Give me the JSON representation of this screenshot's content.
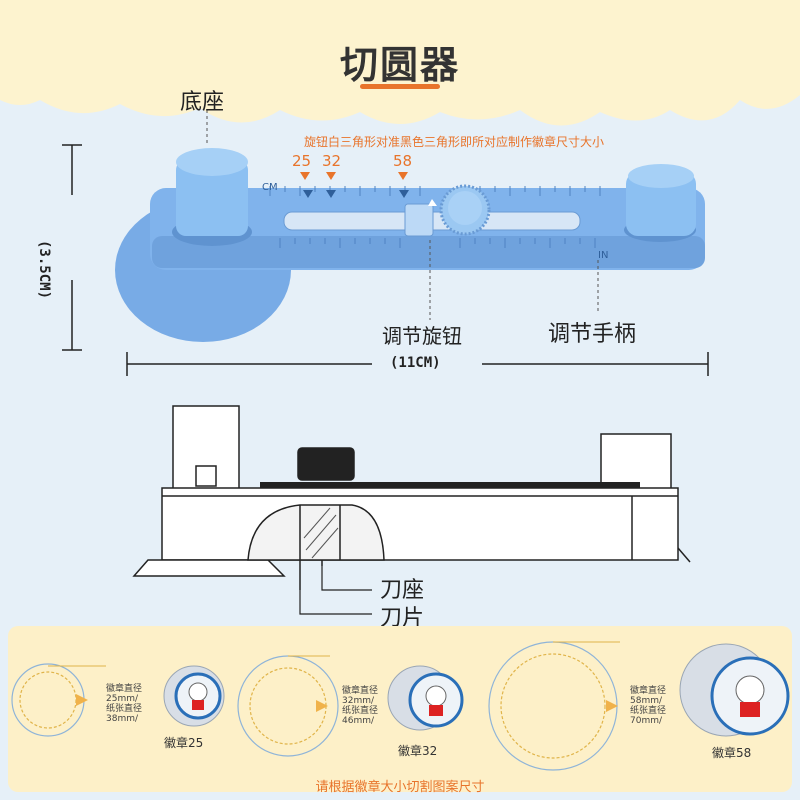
{
  "title": "切圆器",
  "labels": {
    "base": "底座",
    "instruction": "旋钮白三角形对准黑色三角形即所对应制作徽章尺寸大小",
    "knob": "调节旋钮",
    "handle": "调节手柄",
    "blade_holder": "刀座",
    "blade": "刀片"
  },
  "size_marks": [
    "25",
    "32",
    "58"
  ],
  "dimensions": {
    "height": "(3.5CM)",
    "width": "(11CM)"
  },
  "ruler": {
    "unit_cm": "CM",
    "unit_in": "IN"
  },
  "badges": [
    {
      "caption_lines": [
        "徽章直径",
        "25mm/",
        "纸张直径",
        "38mm/"
      ],
      "label": "徽章25"
    },
    {
      "caption_lines": [
        "徽章直径",
        "32mm/",
        "纸张直径",
        "46mm/"
      ],
      "label": "徽章32"
    },
    {
      "caption_lines": [
        "徽章直径",
        "58mm/",
        "纸张直径",
        "70mm/"
      ],
      "label": "徽章58"
    }
  ],
  "footer": "请根据徽章大小切割图案尺寸",
  "colors": {
    "accent": "#e8742b",
    "tool_blue": "#7fb2ea",
    "panel": "#fdf0c8"
  }
}
